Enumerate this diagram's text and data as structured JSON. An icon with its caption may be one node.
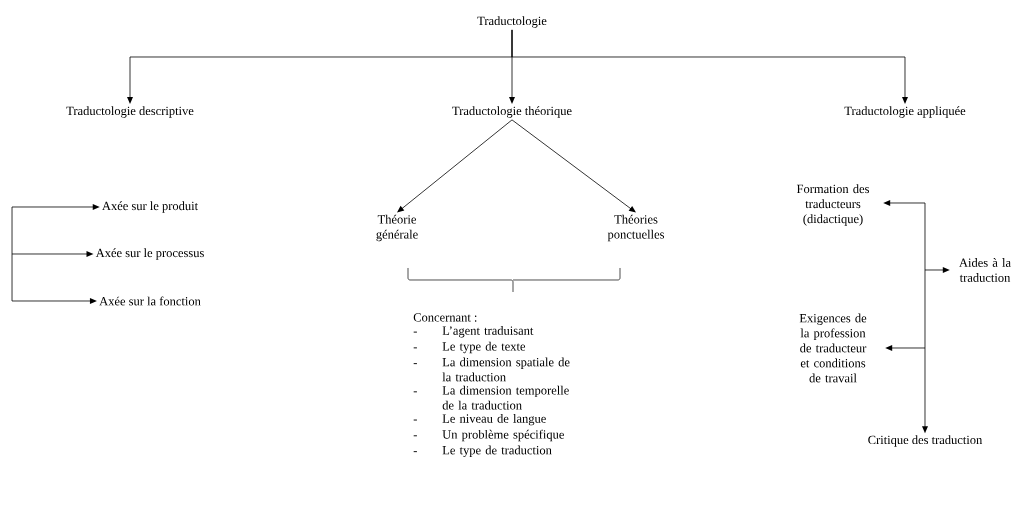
{
  "diagram": {
    "nodes": [
      {
        "text": [
          "Traductologie"
        ]
      },
      {
        "text": [
          "Traductologie descriptive"
        ]
      },
      {
        "text": [
          "Traductologie théorique"
        ]
      },
      {
        "text": [
          "Traductologie appliquée"
        ]
      },
      {
        "text": [
          "Axée sur le produit"
        ]
      },
      {
        "text": [
          "Axée sur le processus"
        ]
      },
      {
        "text": [
          "Axée sur la fonction"
        ]
      },
      {
        "text": [
          "Théorie générale"
        ]
      },
      {
        "text": [
          "Théories ponctuelles"
        ]
      },
      {
        "text": [
          "Formation des traducteurs (didactique)"
        ]
      },
      {
        "text": [
          "Aides à la traduction"
        ]
      },
      {
        "text": [
          "Exigences de la profession de traducteur et conditions de travail"
        ]
      },
      {
        "text": [
          "Critique des traduction"
        ]
      }
    ],
    "edges": [
      {
        "from": 0,
        "to": 1,
        "arrow": "to"
      },
      {
        "from": 0,
        "to": 2,
        "arrow": "to"
      },
      {
        "from": 0,
        "to": 3,
        "arrow": "to"
      },
      {
        "from": null,
        "to": 4,
        "arrow": "to"
      },
      {
        "from": null,
        "to": 5,
        "arrow": "to"
      },
      {
        "from": null,
        "to": 6,
        "arrow": "to"
      },
      {
        "from": 2,
        "to": 7,
        "arrow": "to"
      },
      {
        "from": 2,
        "to": 8,
        "arrow": "to"
      },
      {
        "from": null,
        "to": 9,
        "arrow": "to"
      },
      {
        "from": null,
        "to": 10,
        "arrow": "to"
      },
      {
        "from": null,
        "to": 11,
        "arrow": "to"
      },
      {
        "from": null,
        "to": 12,
        "arrow": "to"
      }
    ],
    "labels": [
      "Concernant :",
      "-",
      "L’agent traduisant",
      "-",
      "Le type de texte",
      "-",
      "La dimension spatiale de la traduction",
      "-",
      "La dimension temporelle de la traduction",
      "-",
      "Le niveau de langue",
      "-",
      "Un problème spécifique",
      "-",
      "Le type de traduction"
    ]
  }
}
